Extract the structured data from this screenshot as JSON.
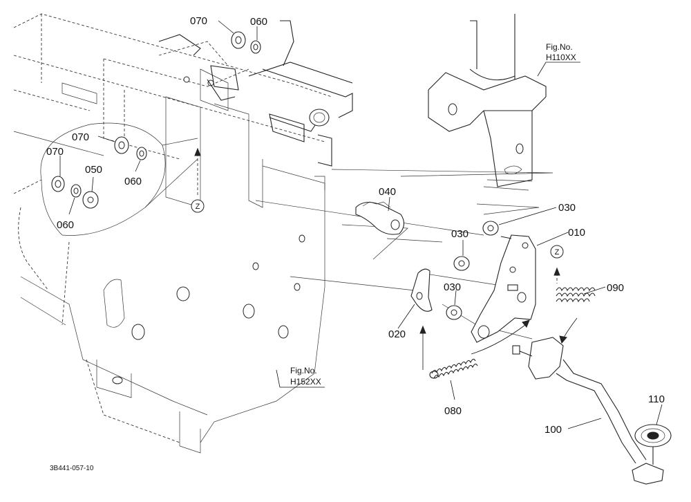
{
  "parts": [
    {
      "id": "p070a",
      "label": "070"
    },
    {
      "id": "p060a",
      "label": "060"
    },
    {
      "id": "p070b",
      "label": "070"
    },
    {
      "id": "p070c",
      "label": "070"
    },
    {
      "id": "p050",
      "label": "050"
    },
    {
      "id": "p060b",
      "label": "060"
    },
    {
      "id": "p060c",
      "label": "060"
    },
    {
      "id": "p040",
      "label": "040"
    },
    {
      "id": "p030a",
      "label": "030"
    },
    {
      "id": "p030b",
      "label": "030"
    },
    {
      "id": "p030c",
      "label": "030"
    },
    {
      "id": "p010",
      "label": "010"
    },
    {
      "id": "p020",
      "label": "020"
    },
    {
      "id": "p090",
      "label": "090"
    },
    {
      "id": "p080",
      "label": "080"
    },
    {
      "id": "p100",
      "label": "100"
    },
    {
      "id": "p110",
      "label": "110"
    }
  ],
  "figure_refs": [
    {
      "line1": "Fig.No.",
      "line2": "H110XX"
    },
    {
      "line1": "Fig.No.",
      "line2": "H152XX"
    }
  ],
  "view_markers": [
    "Z",
    "Z"
  ],
  "drawing_code": "3B441-057-10"
}
